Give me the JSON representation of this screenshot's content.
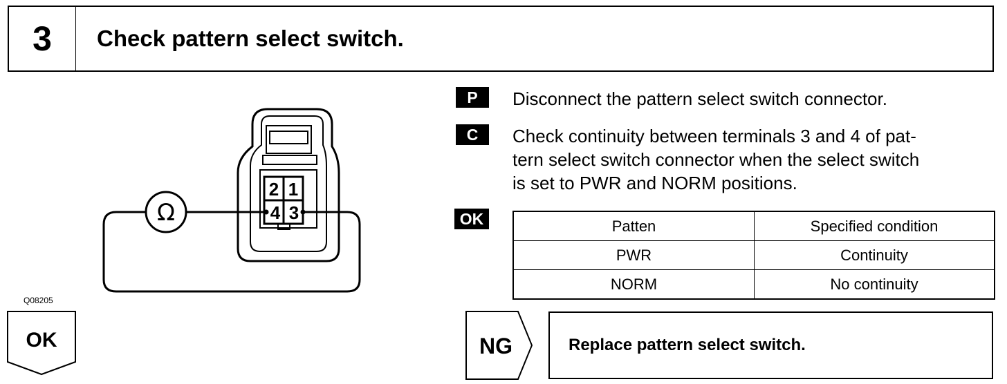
{
  "header": {
    "step_number": "3",
    "title": "Check pattern select switch."
  },
  "instructions": {
    "p_badge": "P",
    "p_text": "Disconnect the pattern select switch connector.",
    "c_badge": "C",
    "c_line1": "Check continuity between terminals 3 and 4 of pat-",
    "c_line2": "tern select switch connector when the select switch",
    "c_line3": "is set to PWR and NORM positions.",
    "ok_badge": "OK"
  },
  "table": {
    "headers": [
      "Patten",
      "Specified condition"
    ],
    "rows": [
      [
        "PWR",
        "Continuity"
      ],
      [
        "NORM",
        "No continuity"
      ]
    ]
  },
  "diagram": {
    "figure_code": "Q08205",
    "ohm_symbol": "Ω",
    "terminals": {
      "t1": "1",
      "t2": "2",
      "t3": "3",
      "t4": "4"
    }
  },
  "flow": {
    "ok_label": "OK",
    "ng_label": "NG",
    "ng_action": "Replace pattern select switch."
  }
}
